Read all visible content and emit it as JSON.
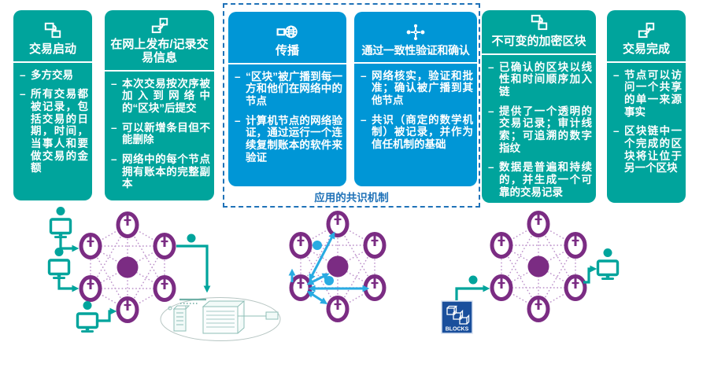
{
  "boxes": [
    {
      "title": "交易启动",
      "icon": "transaction-start-icon",
      "bullets": [
        "多方交易",
        "所有交易都被记录，包括交易的日期，时间，当事人和要做交易的金额"
      ]
    },
    {
      "title": "在网上发布/记录交易信息",
      "icon": "publish-record-icon",
      "bullets": [
        "本次交易按次序被加入到网络中的“区块”后提交",
        "可以新增条目但不能删除",
        "网络中的每个节点拥有账本的完整副本"
      ]
    },
    {
      "title": "传播",
      "icon": "broadcast-globe-icon",
      "bullets": [
        "“区块”被广播到每一方和他们在网络中的节点",
        "计算机节点的网络验证，通过运行一个连续复制账本的软件来验证"
      ]
    },
    {
      "title": "通过一致性验证和确认",
      "icon": "consensus-nodes-icon",
      "bullets": [
        "网络核实，验证和批准；确认被广播到其他节点",
        "共识（商定的数学机制）被记录，并作为信任机制的基础"
      ]
    },
    {
      "title": "不可变的加密区块",
      "icon": "encrypted-block-icon",
      "bullets": [
        "已确认的区块以线性和时间顺序加入链",
        "提供了一个透明的交易记录；审计线索；可追溯的数字指纹",
        "数据是普遍和持续的，并生成一个可靠的交易记录"
      ]
    },
    {
      "title": "交易完成",
      "icon": "transaction-complete-icon",
      "bullets": [
        "节点可以访问一个共享的单一来源事实",
        "区块链中一个完成的区块将让位于另一个区块"
      ]
    }
  ],
  "consensus_label": "应用的共识机制",
  "blocks_label": "BLOCKS",
  "colors": {
    "teal": "#00A49C",
    "blue": "#0096D6",
    "purple": "#7B2C83",
    "dotted_line": "#BB8FC9",
    "light_blue": "#29ABE2",
    "dark_blue": "#1A4F9C",
    "dashed_border": "#1F72B8"
  }
}
